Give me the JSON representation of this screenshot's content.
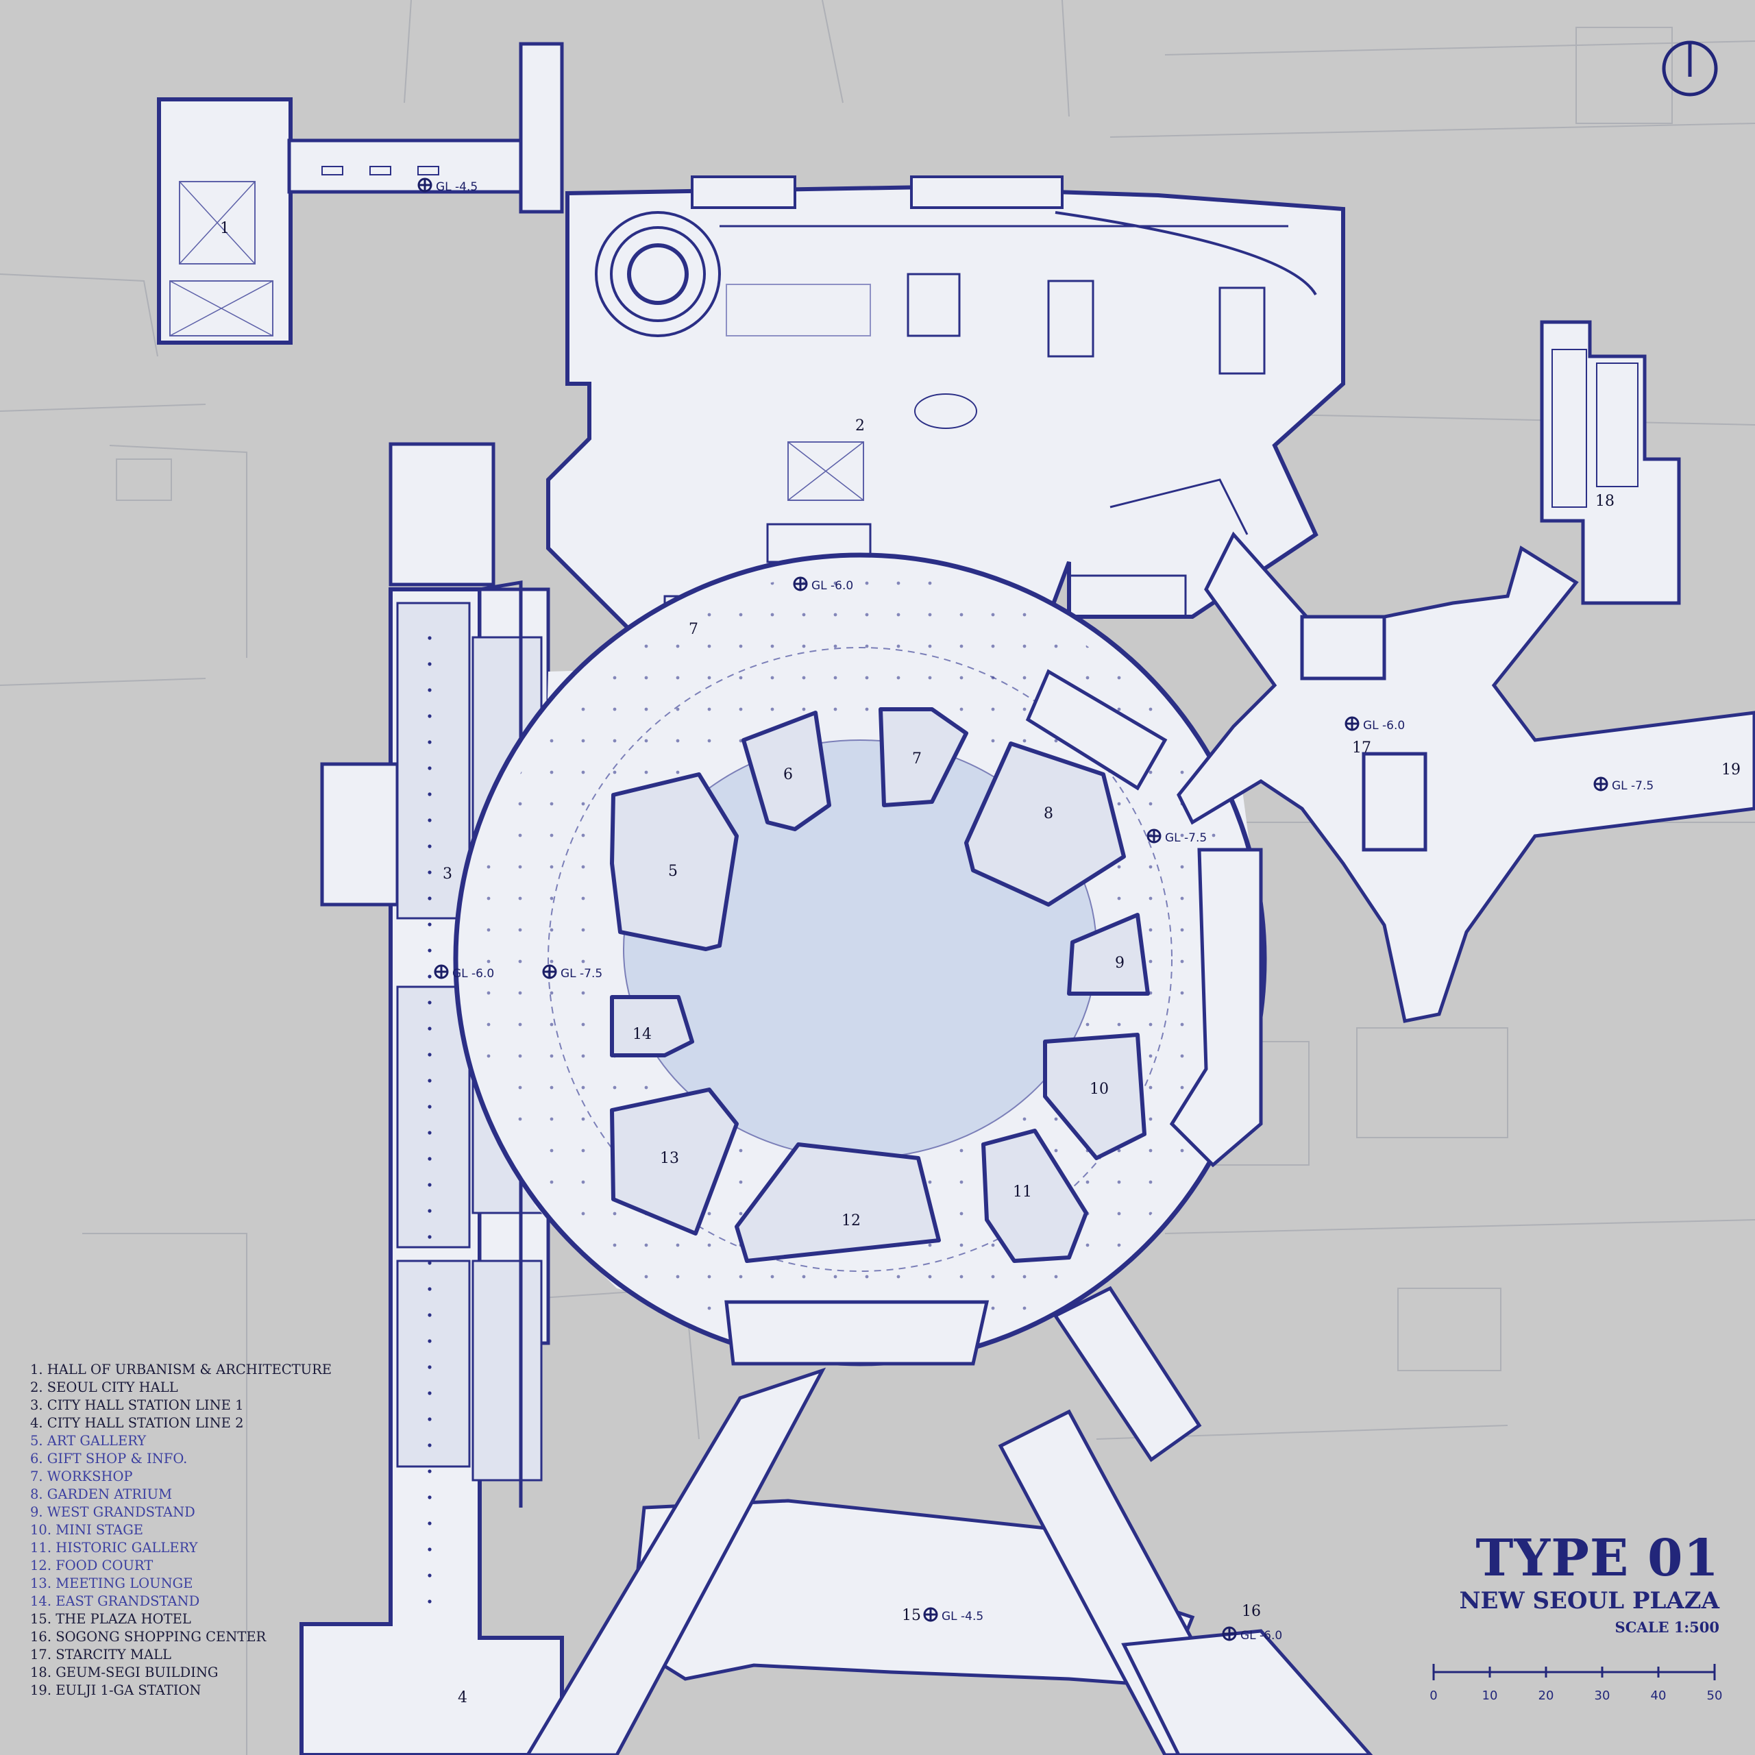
{
  "legend": [
    {
      "text": "1. HALL OF URBANISM & ARCHITECTURE",
      "color": "#1a1a3a"
    },
    {
      "text": "2. SEOUL CITY HALL",
      "color": "#1a1a3a"
    },
    {
      "text": "3. CITY HALL STATION LINE 1",
      "color": "#1a1a3a"
    },
    {
      "text": "4. CITY HALL STATION LINE 2",
      "color": "#1a1a3a"
    },
    {
      "text": "5. ART GALLERY",
      "color": "#3b3fa0"
    },
    {
      "text": "6. GIFT SHOP & INFO.",
      "color": "#3b3fa0"
    },
    {
      "text": "7. WORKSHOP",
      "color": "#3b3fa0"
    },
    {
      "text": "8. GARDEN ATRIUM",
      "color": "#3b3fa0"
    },
    {
      "text": "9. WEST GRANDSTAND",
      "color": "#3b3fa0"
    },
    {
      "text": "10. MINI STAGE",
      "color": "#3b3fa0"
    },
    {
      "text": "11. HISTORIC GALLERY",
      "color": "#3b3fa0"
    },
    {
      "text": "12. FOOD COURT",
      "color": "#3b3fa0"
    },
    {
      "text": "13. MEETING LOUNGE",
      "color": "#3b3fa0"
    },
    {
      "text": "14. EAST GRANDSTAND",
      "color": "#3b3fa0"
    },
    {
      "text": "15. THE PLAZA HOTEL",
      "color": "#1a1a3a"
    },
    {
      "text": "16. SOGONG SHOPPING CENTER",
      "color": "#1a1a3a"
    },
    {
      "text": "17. STARCITY MALL",
      "color": "#1a1a3a"
    },
    {
      "text": "18. GEUM-SEGI BUILDING",
      "color": "#1a1a3a"
    },
    {
      "text": "19. EULJI 1-GA STATION",
      "color": "#1a1a3a"
    }
  ],
  "title": {
    "main": "TYPE 01",
    "sub": "NEW SEOUL PLAZA",
    "scale": "SCALE 1:500"
  },
  "scalebar": [
    "0",
    "10",
    "20",
    "30",
    "40",
    "50"
  ],
  "room_numbers": {
    "n1": "1",
    "n2": "2",
    "n3": "3",
    "n4": "4",
    "n5": "5",
    "n6": "6",
    "n7a": "7",
    "n7b": "7",
    "n8": "8",
    "n9": "9",
    "n10": "10",
    "n11": "11",
    "n12": "12",
    "n13": "13",
    "n14": "14",
    "n15": "15",
    "n16": "16",
    "n17": "17",
    "n18": "18",
    "n19": "19"
  },
  "levels": {
    "gl_hall": "GL -4.5",
    "gl_cityhall": "GL -6.0",
    "gl_station_a": "GL -6.0",
    "gl_station_b": "GL -7.5",
    "gl_plaza_east": "GL -7.5",
    "gl_starcity": "GL -6.0",
    "gl_eulji": "GL -7.5",
    "gl_hotel": "GL -4.5",
    "gl_sogong": "GL -6.0"
  },
  "colors": {
    "background": "#c9c9c9",
    "floor": "#eef0f6",
    "wall": "#2b2f86",
    "water": "#cfd9ec",
    "pavilion": "#dfe3ef",
    "title": "#22267a"
  },
  "icons": [
    "north-arrow-icon",
    "level-marker-icon"
  ]
}
